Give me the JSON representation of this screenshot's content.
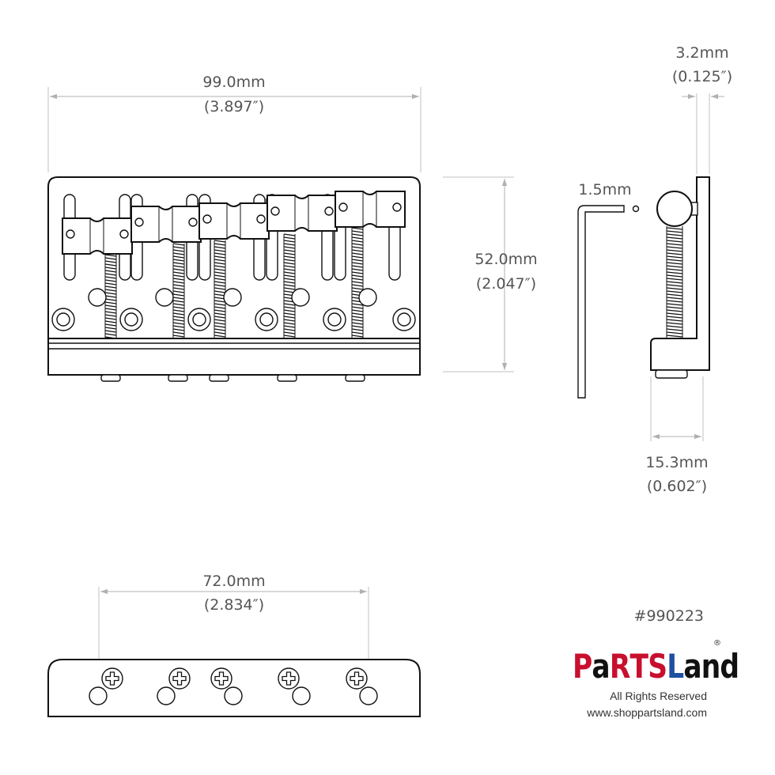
{
  "drawing": {
    "width_top": {
      "mm": "99.0mm",
      "inch": "(3.897″)"
    },
    "height_front": {
      "mm": "52.0mm",
      "inch": "(2.047″)"
    },
    "plate_thickness": {
      "mm": "3.2mm",
      "inch": "(0.125″)"
    },
    "hex_key": {
      "mm": "1.5mm"
    },
    "side_depth": {
      "mm": "15.3mm",
      "inch": "(0.602″)"
    },
    "screw_spacing": {
      "mm": "72.0mm",
      "inch": "(2.834″)"
    }
  },
  "product": {
    "part_number": "#990223",
    "brand": {
      "letters": [
        "P",
        "a",
        "R",
        "T",
        "S",
        "L",
        "a",
        "n",
        "d"
      ],
      "registered": "®",
      "colors": {
        "red": "#c8102e",
        "black": "#111111",
        "blue": "#1f4fa0"
      }
    },
    "rights": "All Rights Reserved",
    "website": "www.shoppartsland.com"
  }
}
